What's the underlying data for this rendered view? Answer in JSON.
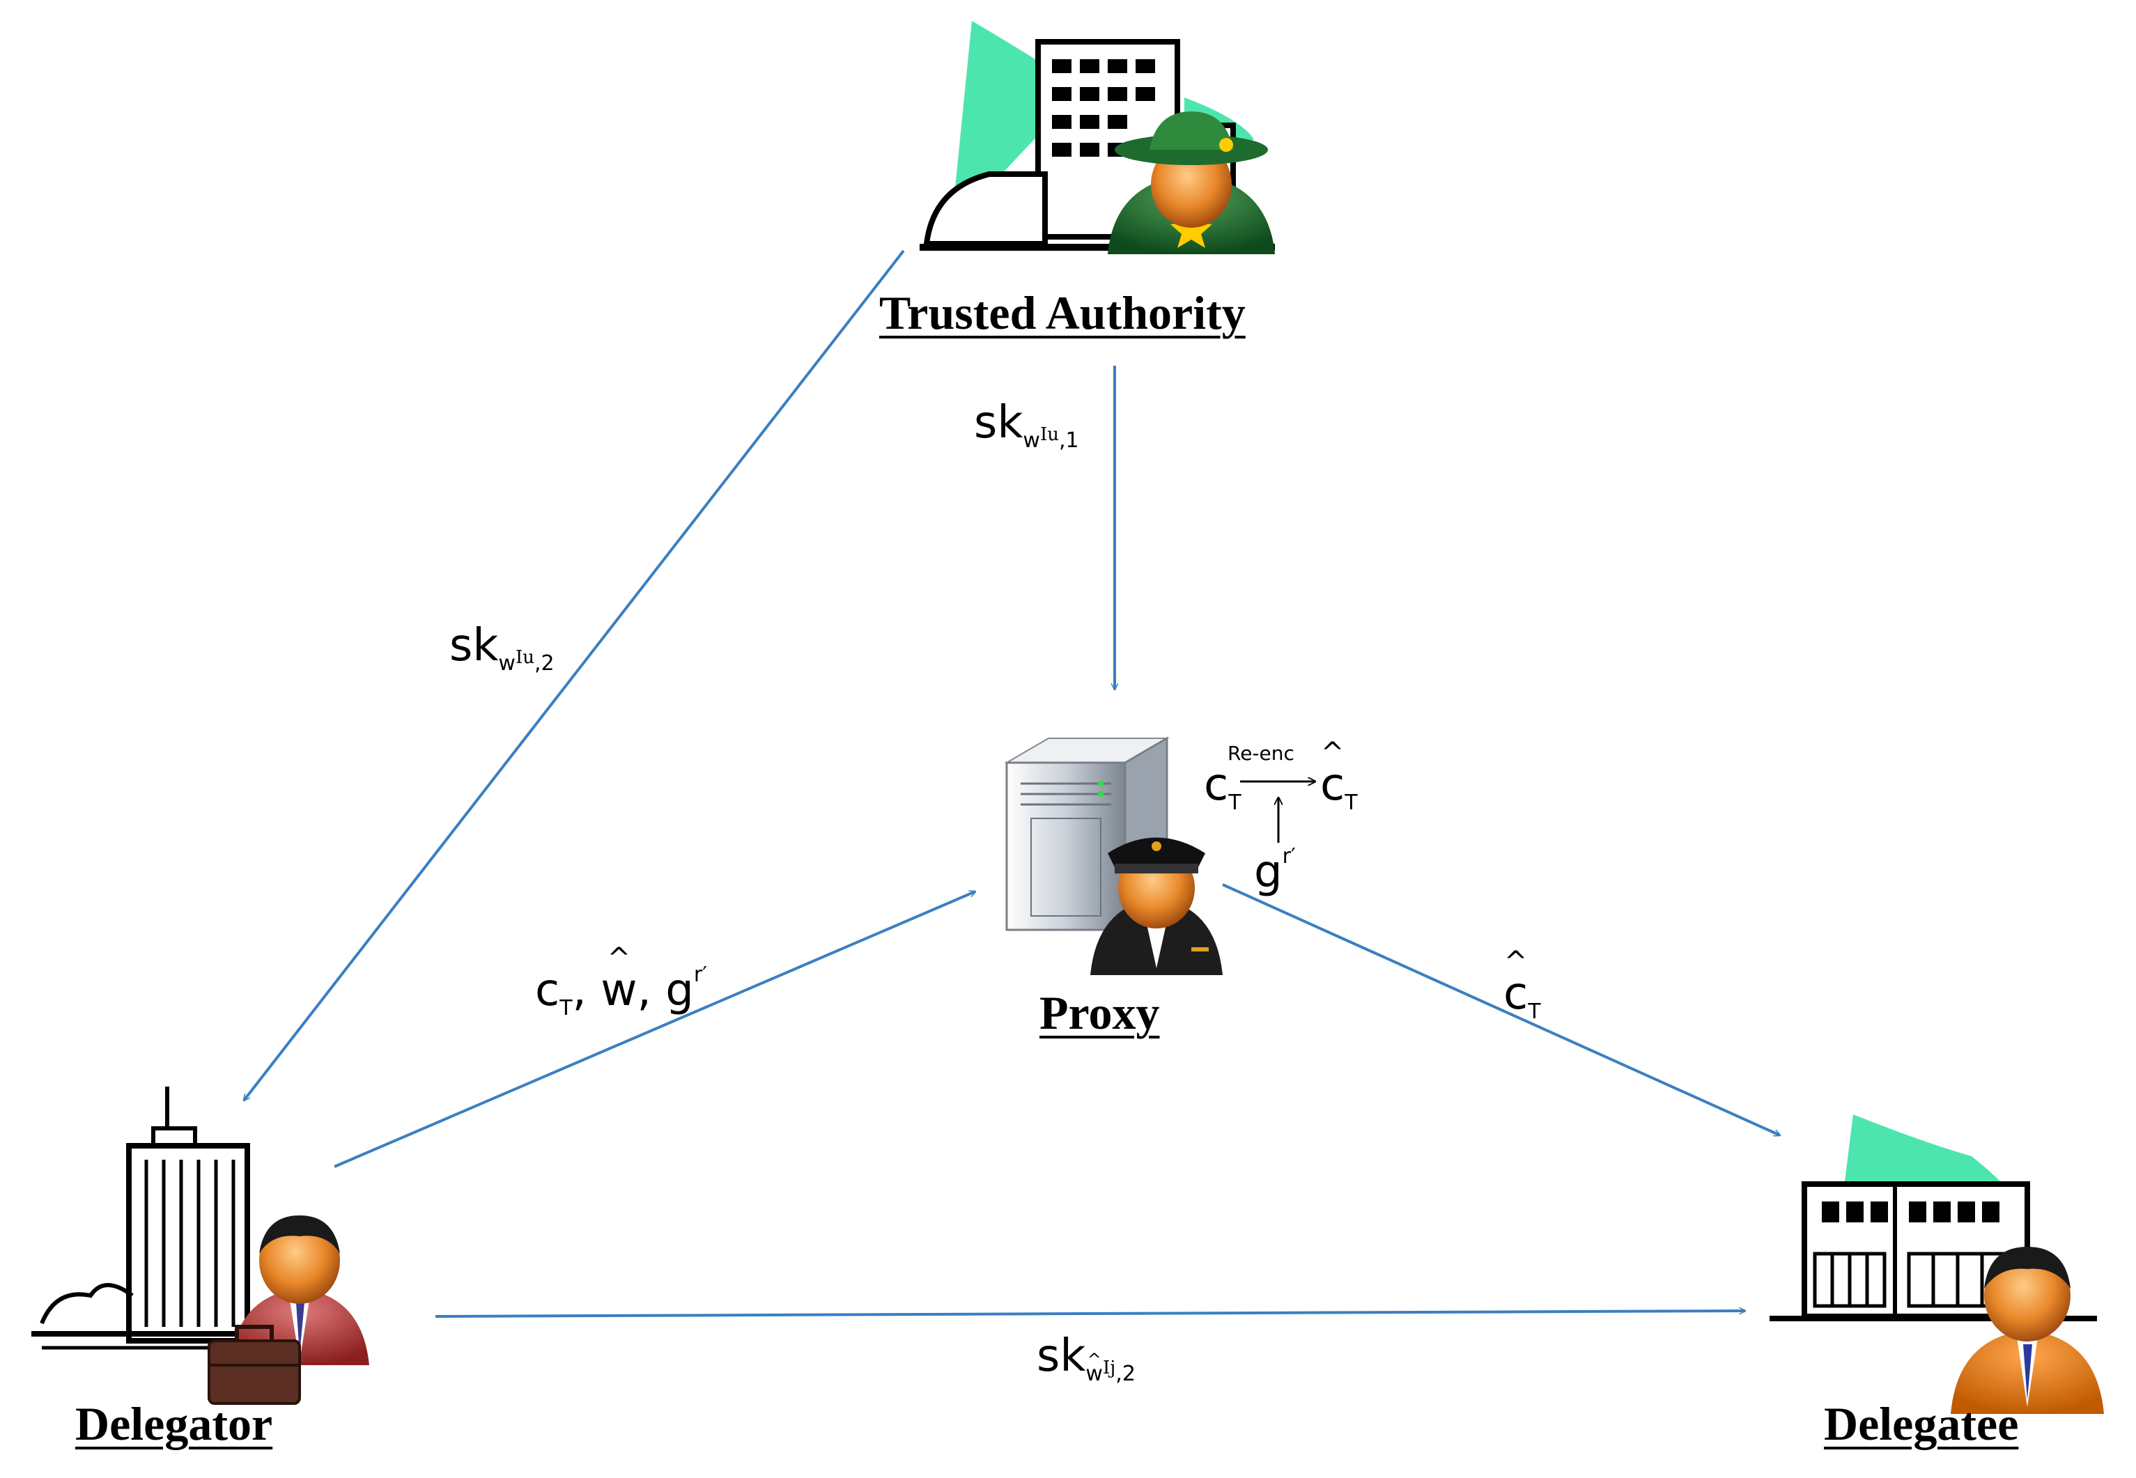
{
  "nodes": {
    "trusted_authority": "Trusted Authority",
    "proxy": "Proxy",
    "delegator": "Delegator",
    "delegatee": "Delegatee"
  },
  "edges": {
    "ta_to_proxy": {
      "base": "sk",
      "sub_var": "w",
      "sub_idx": "I",
      "sub_idx_sub": "u",
      "sub_tail": ",1"
    },
    "ta_to_delegator": {
      "base": "sk",
      "sub_var": "w",
      "sub_idx": "I",
      "sub_idx_sub": "u",
      "sub_tail": ",2"
    },
    "delegator_to_proxy": {
      "c": "c",
      "c_sub": "T",
      "comma": ",",
      "w_hat": "w",
      "g": "g",
      "g_sup": "r′"
    },
    "proxy_to_delegatee": {
      "c": "c",
      "c_sub": "T"
    },
    "delegator_to_delegatee": {
      "base": "sk",
      "sub_var": "w",
      "sub_idx": "I",
      "sub_idx_sub": "j",
      "sub_tail": ",2"
    }
  },
  "proxy_annotation": {
    "left": "c",
    "left_sub": "T",
    "arrow_label": "Re-enc",
    "right": "c",
    "right_sub": "T",
    "below": "g",
    "below_sup": "r′"
  },
  "colors": {
    "arrow": "#3a7fc1",
    "accent": "#2ee0a0"
  },
  "icons": [
    "trusted-authority-building-icon",
    "sheriff-person-icon",
    "server-icon",
    "officer-person-icon",
    "office-tower-icon",
    "businessman-icon",
    "briefcase-icon",
    "storefront-icon",
    "orange-person-icon"
  ]
}
